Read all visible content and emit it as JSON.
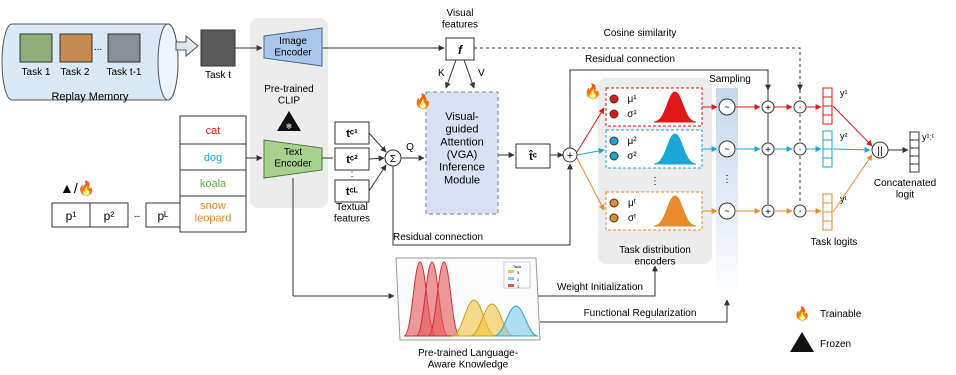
{
  "replay_memory": {
    "title": "Replay Memory",
    "tasks": [
      "Task 1",
      "Task 2",
      "...",
      "Task t-1"
    ]
  },
  "current_task": {
    "label": "Task t"
  },
  "clip": {
    "title": "Pre-trained\nCLIP",
    "image_encoder": "Image\nEncoder",
    "text_encoder": "Text\nEncoder"
  },
  "visual_features": {
    "title": "Visual\nfeatures",
    "symbol": "f",
    "k": "K",
    "v": "V"
  },
  "cosine_similarity": "Cosine similarity",
  "residual_top": "Residual connection",
  "residual_bottom": "Residual connection",
  "sampling": "Sampling",
  "class_names": [
    {
      "text": "cat",
      "color": "#e01818"
    },
    {
      "text": "dog",
      "color": "#1aa6d6"
    },
    {
      "text": "koala",
      "color": "#6aa84f"
    },
    {
      "text": "snow\nleopard",
      "color": "#e8892b"
    }
  ],
  "prompts": {
    "items": [
      "p¹",
      "p²",
      "--",
      "pᴸ"
    ]
  },
  "textual_features": {
    "title": "Textual\nfeatures",
    "items": [
      "tᶜ¹",
      "tᶜ²",
      ":",
      "tᶜᴸ"
    ],
    "q": "Q",
    "sum": "Σ"
  },
  "vga": {
    "title": "Visual-\nguided\nAttention\n(VGA)\nInference\nModule"
  },
  "tc_hat": "t̂ᶜ",
  "tde": {
    "title": "Task distribution\nencoders",
    "rows": [
      {
        "mu": "μ¹",
        "sigma": "σ¹",
        "color": "#e01818"
      },
      {
        "mu": "μ²",
        "sigma": "σ²",
        "color": "#1aa6d6"
      },
      {
        "mu": "μᵗ",
        "sigma": "σᵗ",
        "color": "#e8892b"
      }
    ]
  },
  "task_logits": {
    "title": "Task logits",
    "labels": [
      "y¹",
      "y²",
      "yᵗ"
    ]
  },
  "concat": {
    "title": "Concatenated\nlogit",
    "label": "y¹ːᵗ",
    "op": "||"
  },
  "knowledge": {
    "title": "Pre-trained Language-\nAware Knowledge",
    "legend_title": "Task",
    "legend": [
      "3",
      "2",
      "1"
    ]
  },
  "weight_init": "Weight Initialization",
  "functional_reg": "Functional Regularization",
  "legend": {
    "trainable": "Trainable",
    "frozen": "Frozen"
  },
  "colors": {
    "red": "#e01818",
    "blue": "#1aa6d6",
    "orange": "#e8892b",
    "green": "#6aa84f",
    "encoder_blue": "#a9c7ea",
    "encoder_green": "#a9d18e",
    "vga_fill": "#d9e1f2"
  }
}
